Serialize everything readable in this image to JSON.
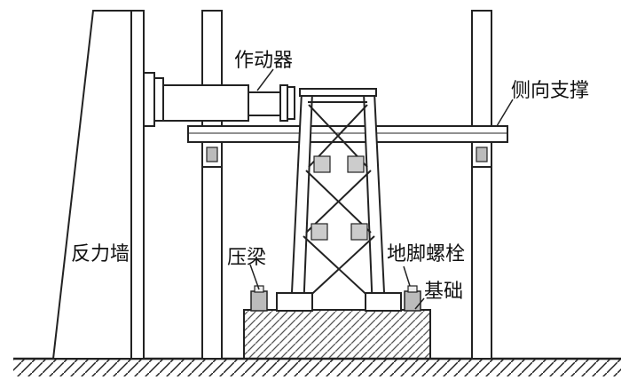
{
  "labels": {
    "actuator": "作动器",
    "lateral_brace": "侧向支撑",
    "reaction_wall": "反力墙",
    "press_beam": "压梁",
    "anchor_bolt": "地脚螺栓",
    "foundation": "基础"
  }
}
